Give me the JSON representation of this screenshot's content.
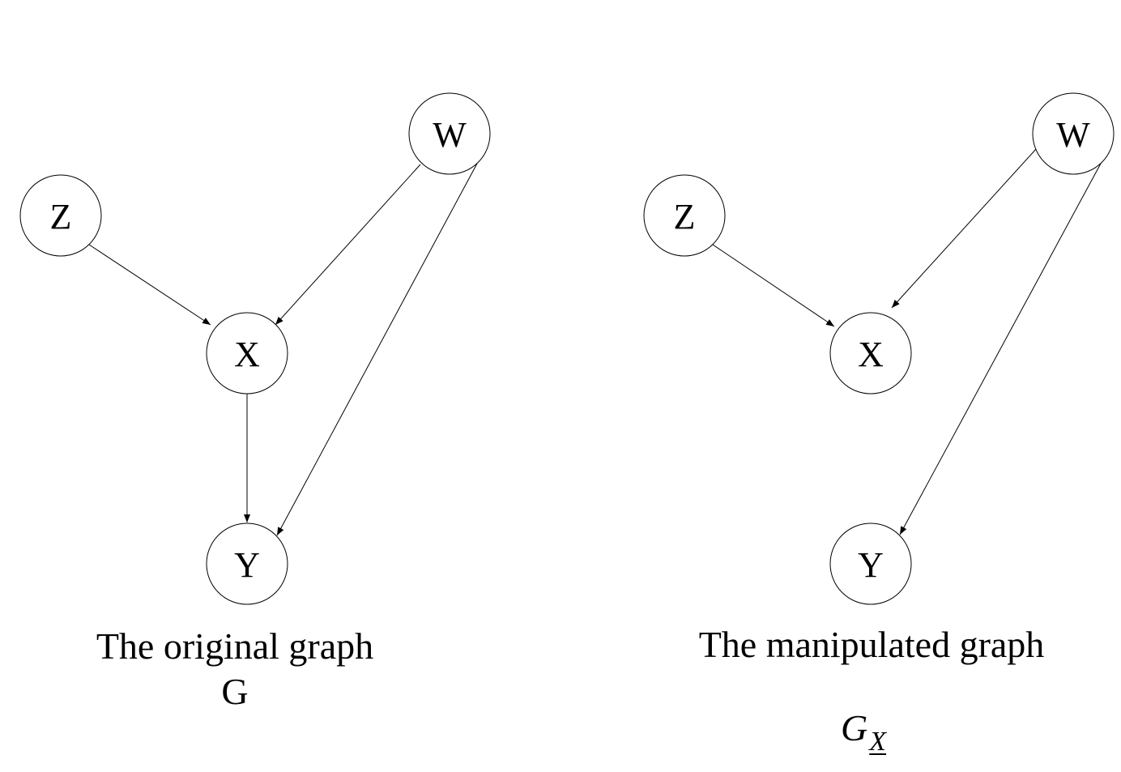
{
  "diagrams": [
    {
      "id": "original",
      "caption_line1": "The original graph",
      "caption_line2": "G",
      "nodes": [
        "Z",
        "W",
        "X",
        "Y"
      ],
      "edges": [
        {
          "from": "Z",
          "to": "X"
        },
        {
          "from": "W",
          "to": "X"
        },
        {
          "from": "X",
          "to": "Y"
        },
        {
          "from": "W",
          "to": "Y"
        }
      ]
    },
    {
      "id": "manipulated",
      "caption_line1": "The manipulated graph",
      "math_main": "G",
      "math_sub": "X",
      "nodes": [
        "Z",
        "W",
        "X",
        "Y"
      ],
      "edges": [
        {
          "from": "Z",
          "to": "X"
        },
        {
          "from": "W",
          "to": "X"
        },
        {
          "from": "W",
          "to": "Y"
        }
      ]
    }
  ]
}
